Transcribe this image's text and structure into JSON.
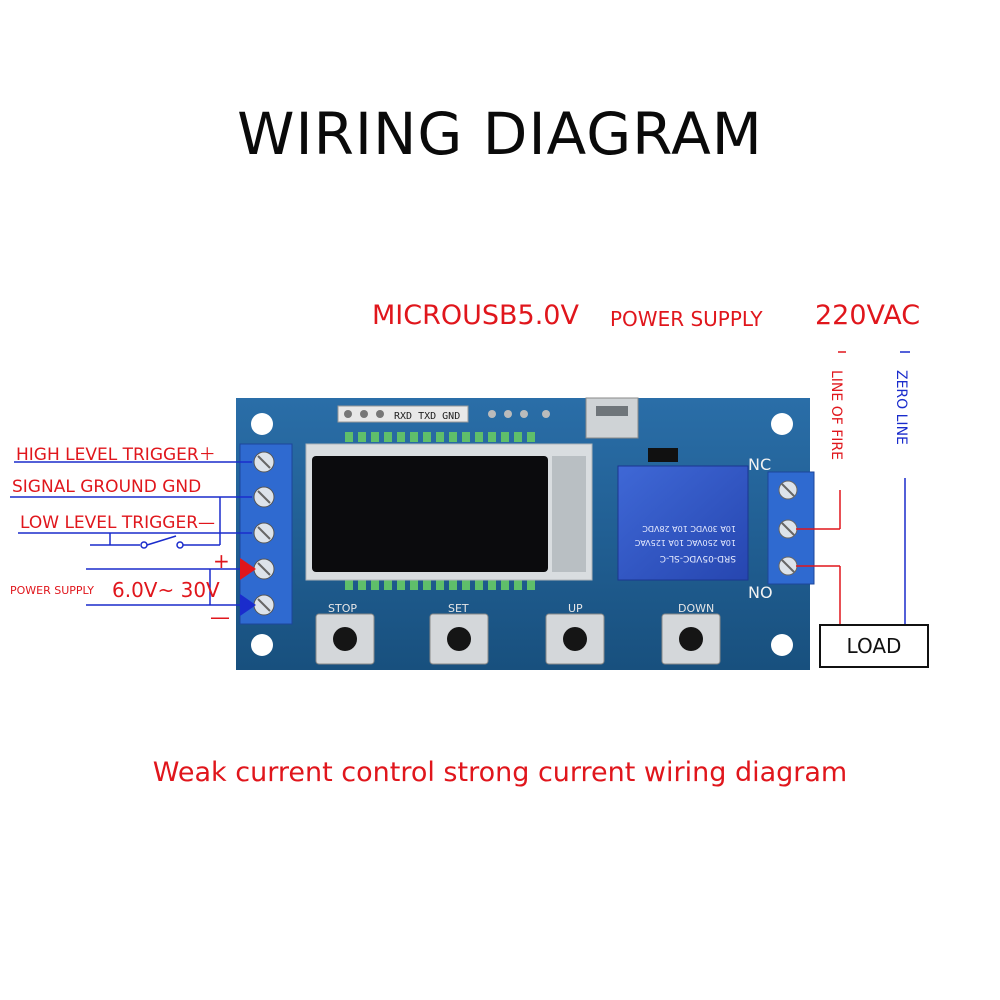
{
  "title": "WIRING DIAGRAM",
  "usb": {
    "voltage": "MICROUSB5.0V",
    "supply": "POWER SUPPLY"
  },
  "ac": "220VAC",
  "left_labels": {
    "high_trigger": "HIGH LEVEL TRIGGER＋",
    "signal_ground": "SIGNAL GROUND GND",
    "low_trigger": "LOW LEVEL TRIGGER—",
    "power_supply_small": "POWER SUPPLY",
    "power_supply_range": "6.0V~ 30V",
    "plus": "+",
    "minus": "—"
  },
  "right_labels": {
    "line_of_fire": "LINE OF FIRE",
    "zero_line": "ZERO LINE",
    "load": "LOAD"
  },
  "board": {
    "header_pins": "RXD TXD GND",
    "relay_text": [
      "SRD-05VDC-SL-C",
      "10A 250VAC 10A 125VAC",
      "10A 30VDC 10A 28VDC"
    ],
    "nc": "NC",
    "no": "NO",
    "buttons": [
      "STOP",
      "SET",
      "UP",
      "DOWN"
    ]
  },
  "footer": "Weak current control strong current wiring diagram",
  "colors": {
    "red": "#e0161c",
    "blue": "#1a2ccc",
    "board": "#1e5f9a",
    "terminal": "#2b63c8"
  }
}
